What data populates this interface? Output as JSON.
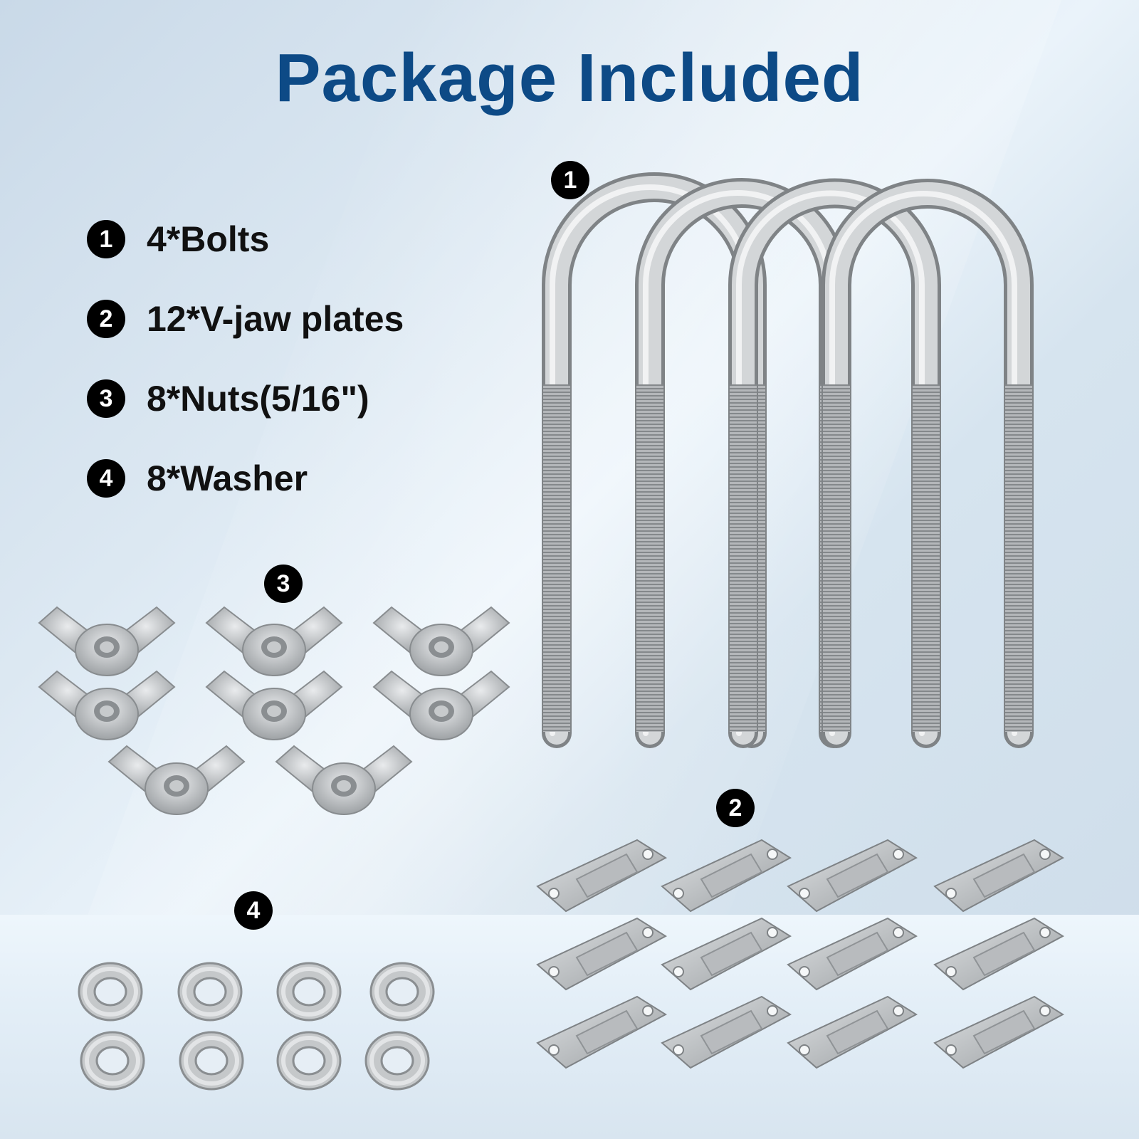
{
  "title": "Package Included",
  "colors": {
    "title": "#0d4a86",
    "badge": "#000000",
    "metal": "#b9bcbf"
  },
  "legend": [
    {
      "num": "1",
      "label": "4*Bolts"
    },
    {
      "num": "2",
      "label": "12*V-jaw plates"
    },
    {
      "num": "3",
      "label": "8*Nuts(5/16\")"
    },
    {
      "num": "4",
      "label": "8*Washer"
    }
  ],
  "callouts": {
    "bolts": "1",
    "plates": "2",
    "nuts": "3",
    "washers": "4"
  }
}
